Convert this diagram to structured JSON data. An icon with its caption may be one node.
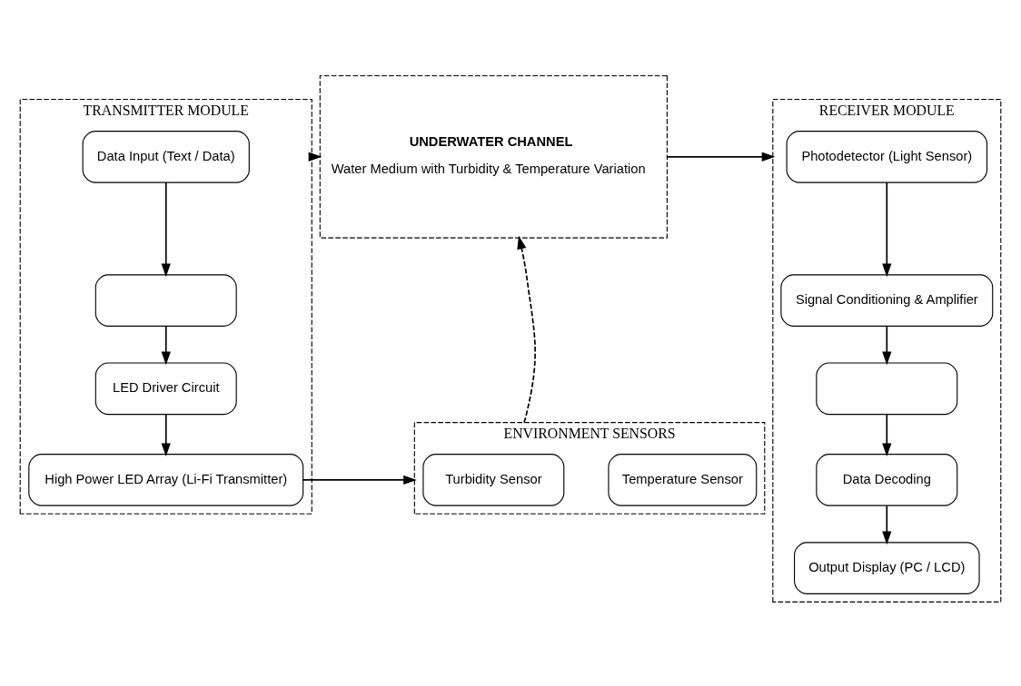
{
  "diagram": {
    "nodes": [
      {
        "text": [
          "TRANSMITTER MODULE"
        ]
      },
      {
        "text": [
          "Data Input (Text / Data)"
        ],
        "in": 0
      },
      {
        "text": [],
        "shape": "box",
        "in": 0
      },
      {
        "text": [
          "LED Driver Circuit"
        ],
        "in": 0
      },
      {
        "text": [
          "High Power LED Array (Li-Fi Transmitter)"
        ],
        "in": 0
      },
      {
        "text": [
          "UNDERWATER CHANNEL",
          "Water Medium with Turbidity & Temperature Variation"
        ]
      },
      {
        "text": [
          "ENVIRONMENT SENSORS"
        ]
      },
      {
        "text": [
          "Turbidity Sensor"
        ],
        "in": 6
      },
      {
        "text": [
          "Temperature Sensor"
        ],
        "in": 6
      },
      {
        "text": [
          "RECEIVER MODULE"
        ]
      },
      {
        "text": [
          "Photodetector (Light Sensor)"
        ],
        "in": 9
      },
      {
        "text": [
          "Signal Conditioning & Amplifier"
        ],
        "in": 9
      },
      {
        "text": [],
        "shape": "box",
        "in": 9
      },
      {
        "text": [
          "Data Decoding"
        ],
        "in": 9
      },
      {
        "text": [
          "Output Display (PC / LCD)"
        ],
        "in": 9
      }
    ],
    "edges": [
      {
        "from": 1,
        "to": 2,
        "arrow": "to"
      },
      {
        "from": 2,
        "to": 3,
        "arrow": "to"
      },
      {
        "from": 3,
        "to": 4,
        "arrow": "to"
      },
      {
        "from": 0,
        "to": 5,
        "arrow": "to"
      },
      {
        "from": 4,
        "to": 6,
        "arrow": "to"
      },
      {
        "from": 6,
        "to": 5,
        "arrow": "to",
        "style": "dashed"
      },
      {
        "from": 5,
        "to": 9,
        "arrow": "to"
      },
      {
        "from": 10,
        "to": 11,
        "arrow": "to"
      },
      {
        "from": 11,
        "to": 12,
        "arrow": "to"
      },
      {
        "from": 12,
        "to": 13,
        "arrow": "to"
      },
      {
        "from": 13,
        "to": 14,
        "arrow": "to"
      }
    ]
  }
}
